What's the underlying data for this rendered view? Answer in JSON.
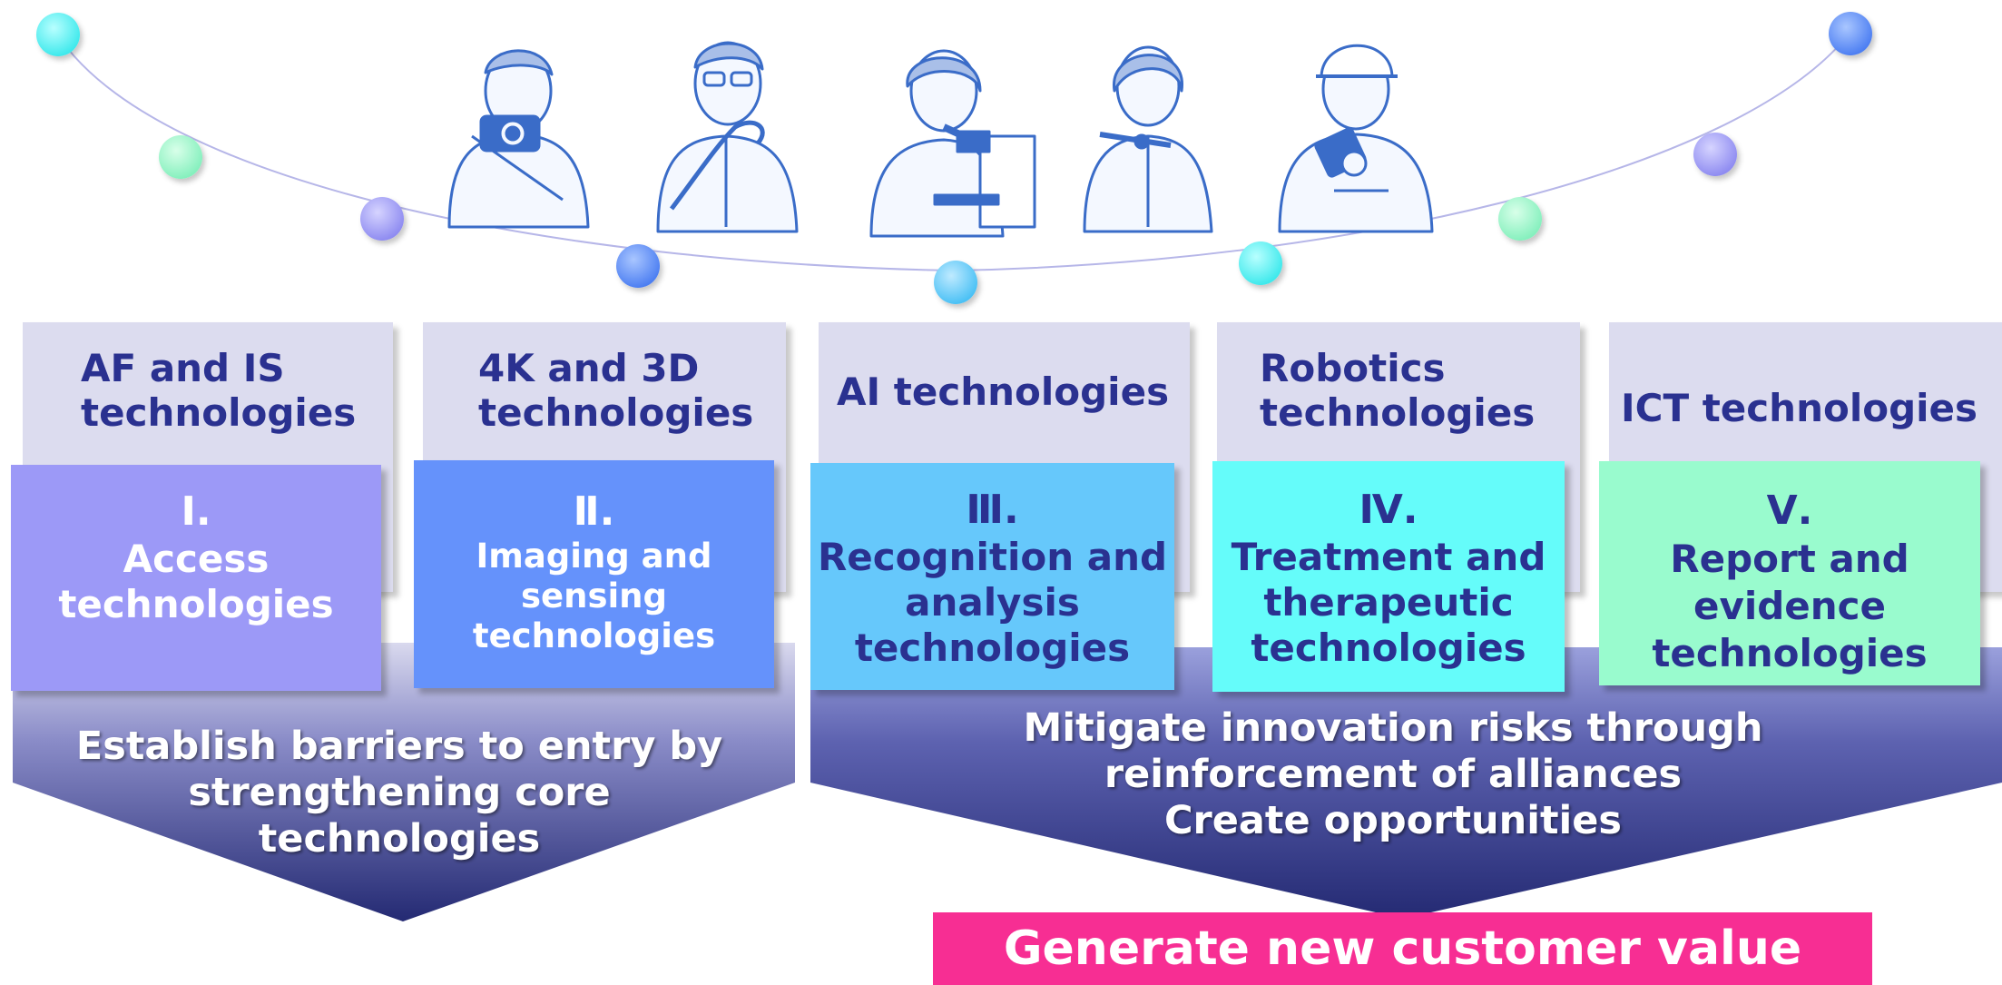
{
  "colors": {
    "navy": "#2a3190",
    "tech_bg": "#dcdcef",
    "cat1": "#9c99f7",
    "cat2": "#6592fb",
    "cat3": "#66c8fb",
    "cat4": "#65fcfa",
    "cat5": "#99fbce",
    "cta": "#f72e93"
  },
  "people": [
    {
      "role": "photographer",
      "icon": "photographer-with-camera-icon"
    },
    {
      "role": "doctor",
      "icon": "doctor-with-endoscope-icon"
    },
    {
      "role": "scientist",
      "icon": "scientist-with-microscope-icon"
    },
    {
      "role": "dentist",
      "icon": "dentist-with-handpiece-icon"
    },
    {
      "role": "field worker",
      "icon": "worker-with-device-icon"
    }
  ],
  "technologies": [
    {
      "label": "AF and IS\ntechnologies"
    },
    {
      "label": "4K and 3D\ntechnologies"
    },
    {
      "label": "AI technologies"
    },
    {
      "label": "Robotics\ntechnologies"
    },
    {
      "label": "ICT technologies"
    }
  ],
  "categories": [
    {
      "numeral": "Ⅰ.",
      "title": "Access\ntechnologies"
    },
    {
      "numeral": "Ⅱ.",
      "title": "Imaging and\nsensing\ntechnologies"
    },
    {
      "numeral": "Ⅲ.",
      "title": "Recognition and\nanalysis\ntechnologies"
    },
    {
      "numeral": "Ⅳ.",
      "title": "Treatment and\ntherapeutic\ntechnologies"
    },
    {
      "numeral": "Ⅴ.",
      "title": "Report and\nevidence\ntechnologies"
    }
  ],
  "strategies": {
    "left": "Establish barriers to entry by\nstrengthening core\ntechnologies",
    "right": "Mitigate innovation risks through\nreinforcement of alliances\nCreate opportunities"
  },
  "cta": "Generate new customer value"
}
